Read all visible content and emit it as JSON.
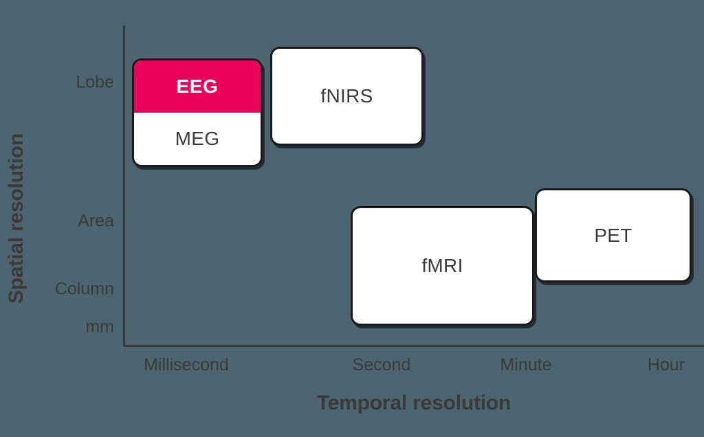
{
  "chart_data": {
    "type": "scatter",
    "title": "",
    "xlabel": "Temporal resolution",
    "ylabel": "Spatial resolution",
    "x_tick_labels": [
      "Millisecond",
      "Second",
      "Minute",
      "Hour"
    ],
    "y_tick_labels": [
      "Lobe",
      "Area",
      "Column",
      "mm"
    ],
    "grid": false,
    "legend": "none",
    "background_color": "#4c6570",
    "accent_color": "#eb005c",
    "axis_color": "#3a3a3a",
    "box_fill_color": "#ffffff",
    "box_border_color": "#1a1a1a",
    "items": [
      {
        "label": "EEG",
        "highlighted": true,
        "fill": "#eb005c",
        "text_color": "#ffffff",
        "x_range": [
          "Millisecond",
          "Millisecond"
        ],
        "y_range": [
          "Lobe",
          "Lobe"
        ]
      },
      {
        "label": "MEG",
        "highlighted": false,
        "fill": "#ffffff",
        "text_color": "#3a3a3a",
        "x_range": [
          "Millisecond",
          "Millisecond"
        ],
        "y_range": [
          "Lobe",
          "Area"
        ]
      },
      {
        "label": "fNIRS",
        "highlighted": false,
        "fill": "#ffffff",
        "text_color": "#3a3a3a",
        "x_range": [
          "Millisecond",
          "Second"
        ],
        "y_range": [
          "Lobe",
          "Lobe"
        ]
      },
      {
        "label": "fMRI",
        "highlighted": false,
        "fill": "#ffffff",
        "text_color": "#3a3a3a",
        "x_range": [
          "Second",
          "Minute"
        ],
        "y_range": [
          "Area",
          "mm"
        ]
      },
      {
        "label": "PET",
        "highlighted": false,
        "fill": "#ffffff",
        "text_color": "#3a3a3a",
        "x_range": [
          "Minute",
          "Hour"
        ],
        "y_range": [
          "Area",
          "Column"
        ]
      }
    ]
  },
  "axes": {
    "x_title": "Temporal resolution",
    "y_title": "Spatial resolution",
    "x_ticks": [
      {
        "label": "Millisecond"
      },
      {
        "label": "Second"
      },
      {
        "label": "Minute"
      },
      {
        "label": "Hour"
      }
    ],
    "y_ticks": [
      {
        "label": "Lobe"
      },
      {
        "label": "Area"
      },
      {
        "label": "Column"
      },
      {
        "label": "mm"
      }
    ]
  },
  "boxes": {
    "eeg": "EEG",
    "meg": "MEG",
    "fnirs": "fNIRS",
    "fmri": "fMRI",
    "pet": "PET"
  }
}
